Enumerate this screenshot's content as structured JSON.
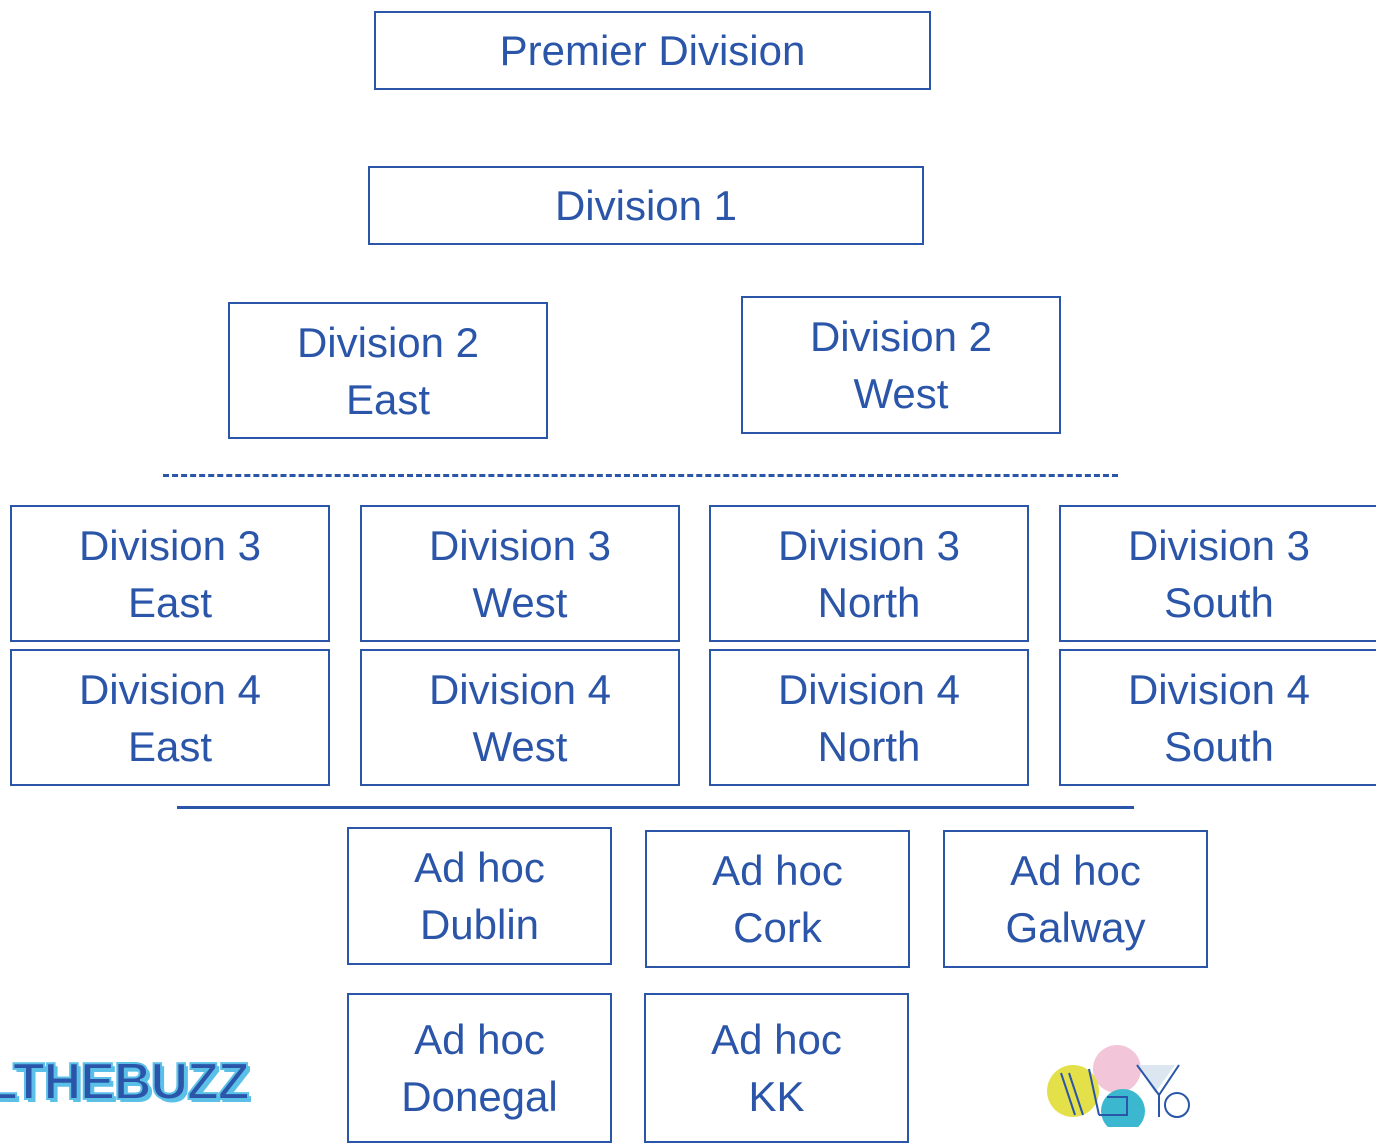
{
  "levels": {
    "premier": {
      "label": "Premier Division"
    },
    "division1": {
      "label": "Division 1"
    },
    "division2": [
      {
        "line1": "Division 2",
        "line2": "East"
      },
      {
        "line1": "Division 2",
        "line2": "West"
      }
    ],
    "division3": [
      {
        "line1": "Division 3",
        "line2": "East"
      },
      {
        "line1": "Division 3",
        "line2": "West"
      },
      {
        "line1": "Division 3",
        "line2": "North"
      },
      {
        "line1": "Division 3",
        "line2": "South"
      }
    ],
    "division4": [
      {
        "line1": "Division 4",
        "line2": "East"
      },
      {
        "line1": "Division 4",
        "line2": "West"
      },
      {
        "line1": "Division 4",
        "line2": "North"
      },
      {
        "line1": "Division 4",
        "line2": "South"
      }
    ],
    "adhoc": [
      {
        "line1": "Ad hoc",
        "line2": "Dublin"
      },
      {
        "line1": "Ad hoc",
        "line2": "Cork"
      },
      {
        "line1": "Ad hoc",
        "line2": "Galway"
      },
      {
        "line1": "Ad hoc",
        "line2": "Donegal"
      },
      {
        "line1": "Ad hoc",
        "line2": "KK"
      }
    ]
  },
  "logos": {
    "left_text": "LTHEBUZZ",
    "right_icon": "multicolor-shapes-logo-icon"
  },
  "colors": {
    "primary": "#2a55a8",
    "logo_outline": "#5bc0e8",
    "logo_yellow": "#e4e04a",
    "logo_pink": "#f2c6d8",
    "logo_teal": "#3bb8d0"
  }
}
